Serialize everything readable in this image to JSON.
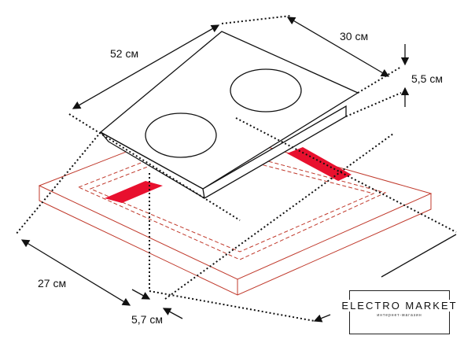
{
  "dimensions": {
    "width_label": "52 см",
    "depth_label": "30 см",
    "height_label": "5,5 см",
    "cutout_label": "27 см",
    "offset_label": "5,7 см"
  },
  "logo": {
    "title": "ELECTRO MARKET",
    "subtitle": "интернет-магазин"
  },
  "colors": {
    "countertop": "#c0392b",
    "pads": "#e8102e",
    "lines": "#111111"
  }
}
